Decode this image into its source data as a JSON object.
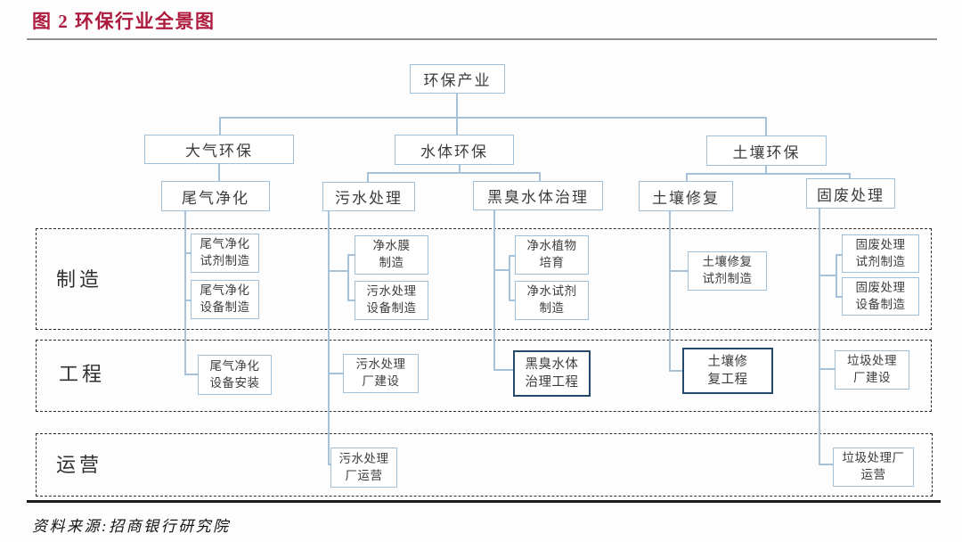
{
  "figure": {
    "title": "图 2 环保行业全景图",
    "source": "资料来源:招商银行研究院"
  },
  "colors": {
    "title_red": "#ad1a3d",
    "connector_blue": "#a7c2d8",
    "box_border_blue": "#9fc0da",
    "highlight_navy": "#24496b",
    "dashed_frame": "#2e2e2e"
  },
  "diagram": {
    "root": "环保产业",
    "level2": [
      "大气环保",
      "水体环保",
      "土壤环保"
    ],
    "level3": [
      "尾气净化",
      "污水处理",
      "黑臭水体治理",
      "土壤修复",
      "固废处理"
    ],
    "row_labels": [
      "制造",
      "工程",
      "运营"
    ],
    "manufacturing": [
      "尾气净化\n试剂制造",
      "尾气净化\n设备制造",
      "净水膜\n制造",
      "污水处理\n设备制造",
      "净水植物\n培育",
      "净水试剂\n制造",
      "土壤修复\n试剂制造",
      "固废处理\n试剂制造",
      "固废处理\n设备制造"
    ],
    "engineering": [
      "尾气净化\n设备安装",
      "污水处理\n厂建设",
      "黑臭水体\n治理工程",
      "土壤修\n复工程",
      "垃圾处理\n厂建设"
    ],
    "operations": [
      "污水处理\n厂运营",
      "垃圾处理厂\n运营"
    ]
  }
}
